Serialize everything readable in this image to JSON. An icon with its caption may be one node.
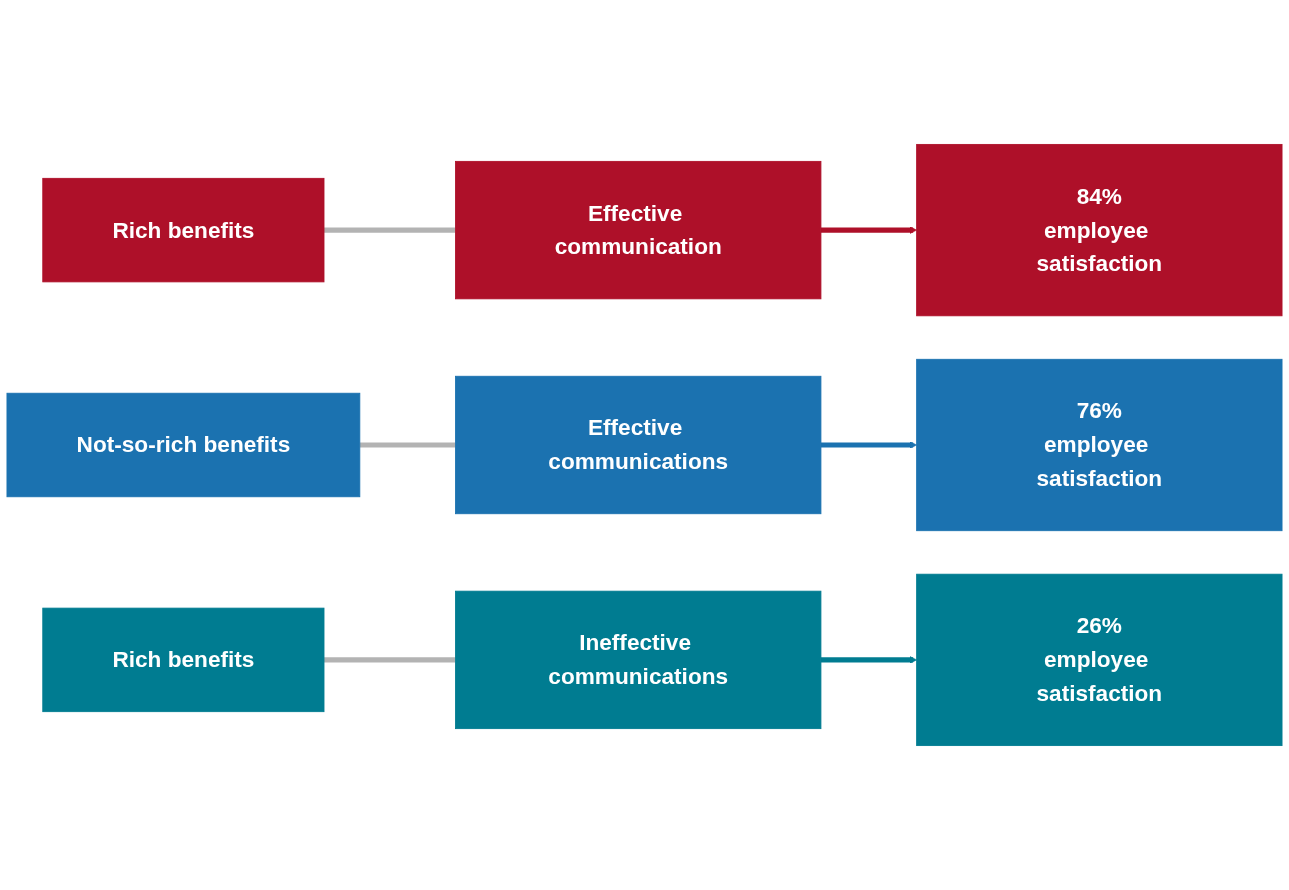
{
  "diagram": {
    "nodes": [
      {
        "text": [
          "Rich benefits"
        ]
      },
      {
        "text": [
          "Effective communication"
        ]
      },
      {
        "text": [
          "84%",
          "employee satisfaction"
        ]
      },
      {
        "text": [
          "Not-so-rich benefits"
        ]
      },
      {
        "text": [
          "Effective communications"
        ]
      },
      {
        "text": [
          "76%",
          "employee satisfaction"
        ]
      },
      {
        "text": [
          "Rich benefits"
        ]
      },
      {
        "text": [
          "Ineffective communications"
        ]
      },
      {
        "text": [
          "26%",
          "employee satisfaction"
        ]
      }
    ],
    "edges": [
      {
        "from": 0,
        "to": 1,
        "arrow": "none",
        "color": "#b3b3b3"
      },
      {
        "from": 1,
        "to": 2,
        "arrow": "to",
        "color": "#ae1029"
      },
      {
        "from": 3,
        "to": 4,
        "arrow": "none",
        "color": "#b3b3b3"
      },
      {
        "from": 4,
        "to": 5,
        "arrow": "to",
        "color": "#1b72b0"
      },
      {
        "from": 6,
        "to": 7,
        "arrow": "none",
        "color": "#b3b3b3"
      },
      {
        "from": 7,
        "to": 8,
        "arrow": "to",
        "color": "#007c91"
      }
    ]
  }
}
